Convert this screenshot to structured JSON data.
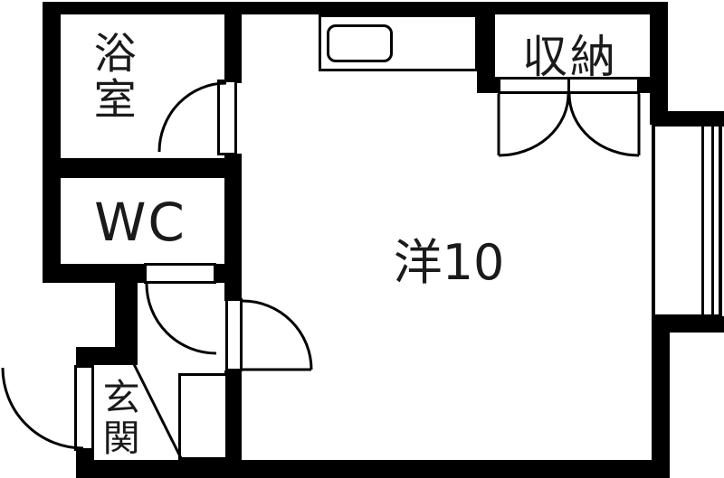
{
  "plan": {
    "type": "floor-plan",
    "colors": {
      "wall": "#000000",
      "background": "#ffffff",
      "line": "#000000",
      "text": "#1a1a1a"
    },
    "rooms": {
      "bathroom": {
        "label": "浴室",
        "orientation": "vertical"
      },
      "toilet": {
        "label": "WC",
        "orientation": "horizontal"
      },
      "main_room": {
        "label": "洋10",
        "orientation": "horizontal"
      },
      "closet": {
        "label": "収納",
        "orientation": "horizontal"
      },
      "entrance": {
        "label": "玄関",
        "orientation": "vertical"
      }
    },
    "fixtures": {
      "kitchen_counter": "counter-with-sink",
      "shoe_cabinet": "cabinet",
      "window": "sliding-window"
    }
  }
}
